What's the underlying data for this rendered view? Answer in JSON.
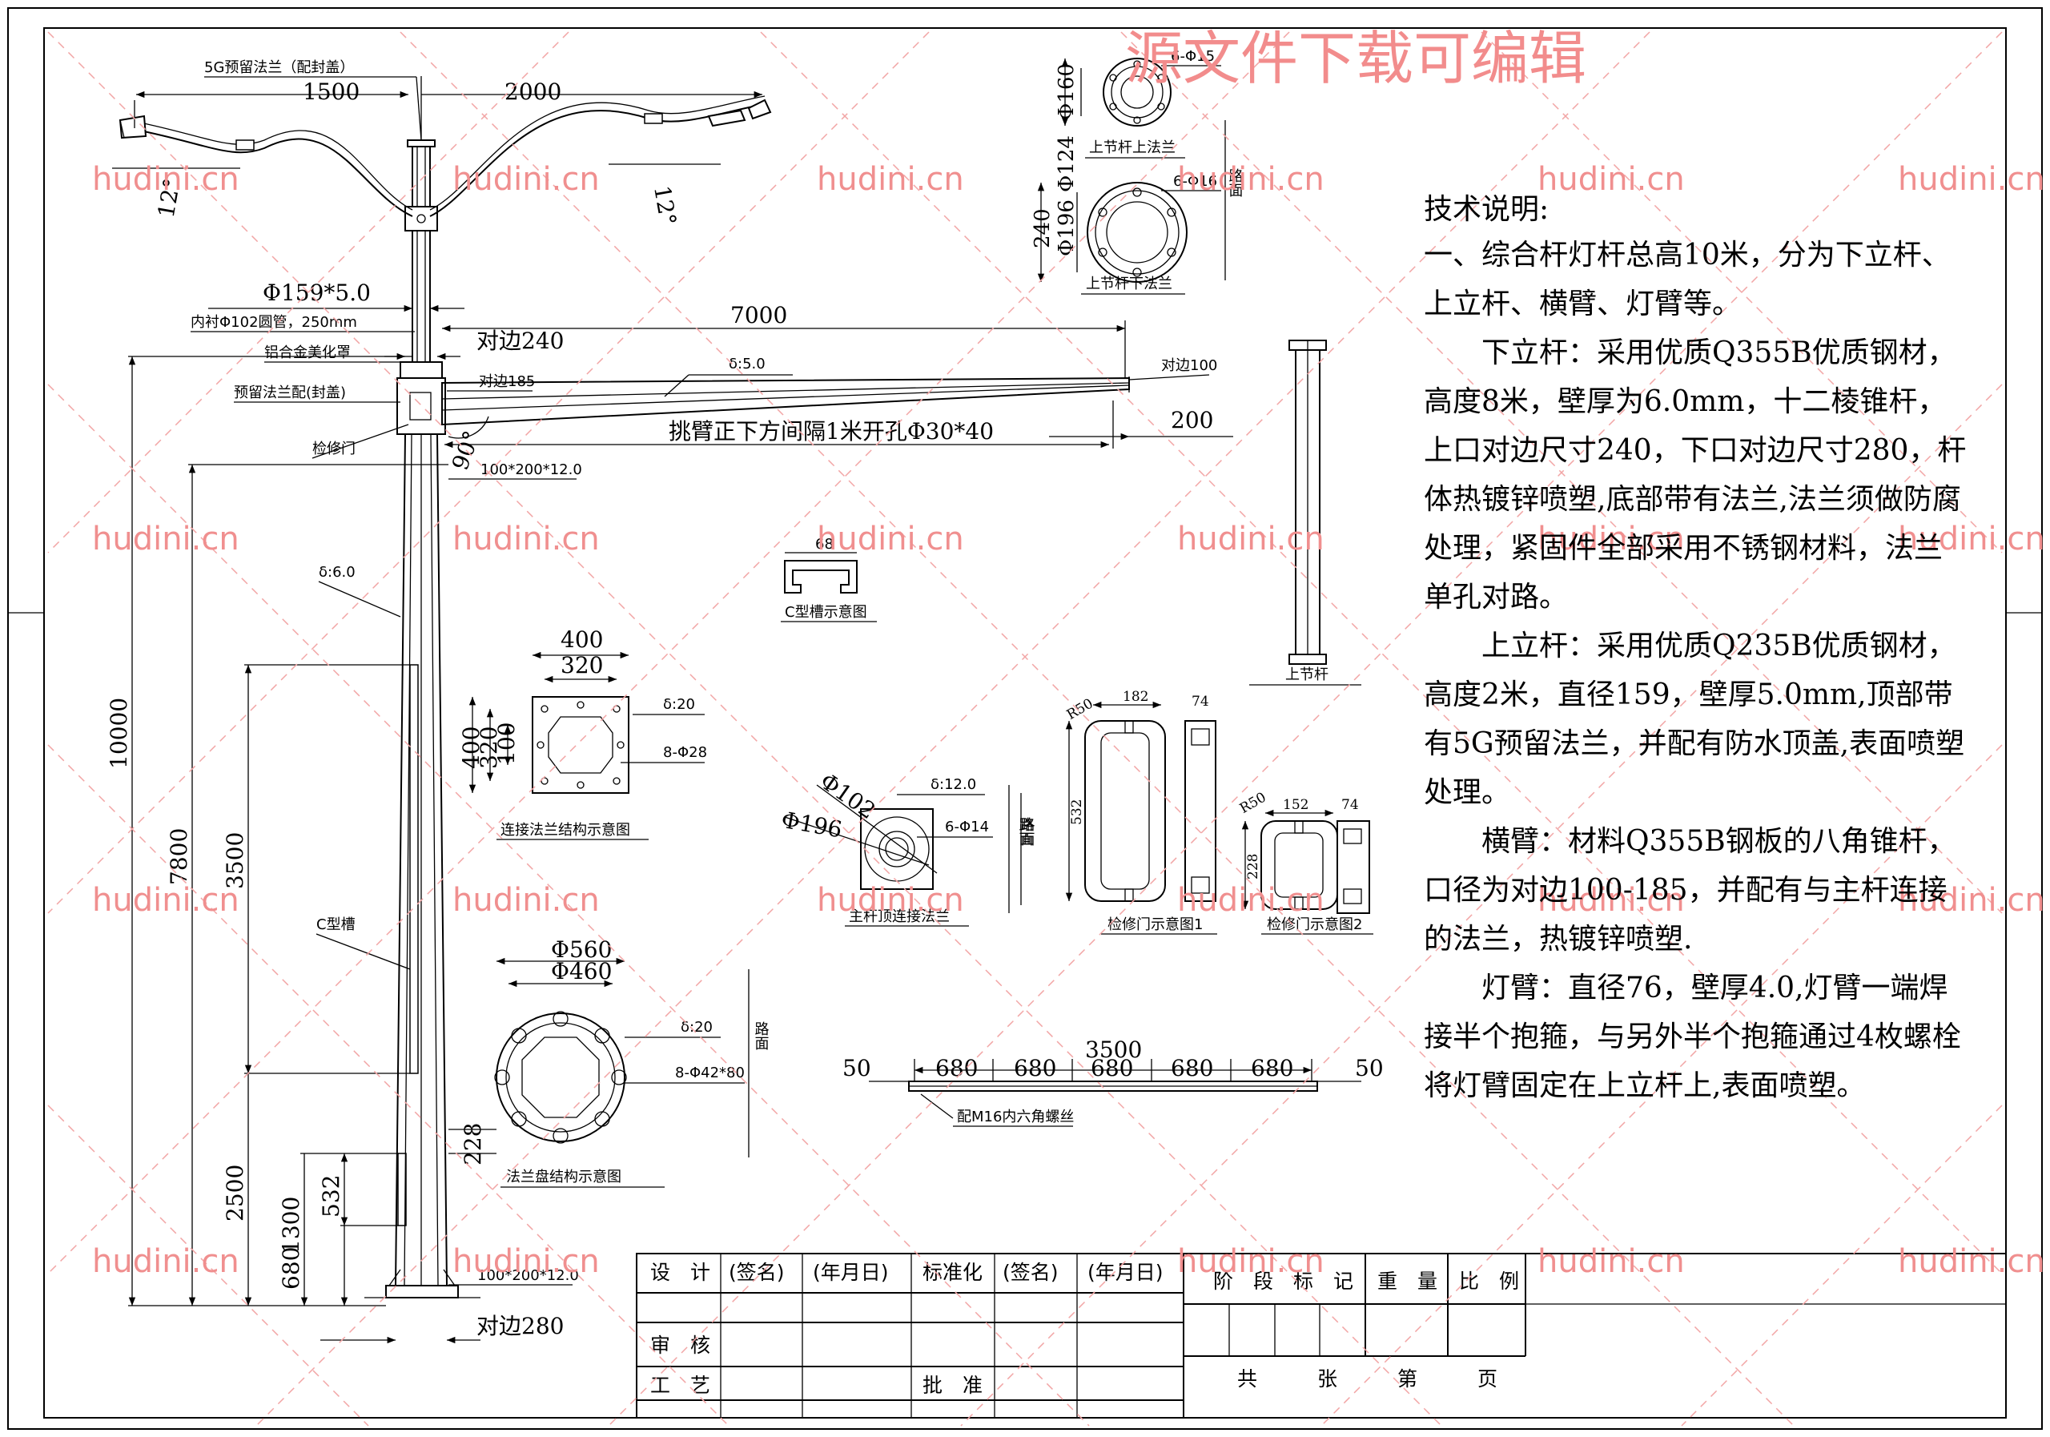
{
  "watermark": {
    "header": "源文件下载可编辑",
    "tile": "hudini.cn"
  },
  "notes": {
    "title": "技术说明:",
    "paragraphs": [
      "一、综合杆灯杆总高10米，分为下立杆、上立杆、横臂、灯臂等。",
      "　　下立杆：采用优质Q355B优质钢材，高度8米，壁厚为6.0mm，十二棱锥杆，上口对边尺寸240，下口对边尺寸280，杆体热镀锌喷塑,底部带有法兰,法兰须做防腐处理，紧固件全部采用不锈钢材料，法兰单孔对路。",
      "　　上立杆：采用优质Q235B优质钢材，高度2米，直径159，壁厚5.0mm,顶部带有5G预留法兰，并配有防水顶盖,表面喷塑处理。",
      "　　横臂：材料Q355B钢板的八角锥杆，口径为对边100-185，并配有与主杆连接的法兰，热镀锌喷塑.",
      "　　灯臂：直径76，壁厚4.0,灯臂一端焊接半个抱箍，与另外半个抱箍通过4枚螺栓将灯臂固定在上立杆上,表面喷塑。"
    ]
  },
  "pole": {
    "top_flange_label": "5G预留法兰（配封盖）",
    "dim_1500": "1500",
    "dim_2000": "2000",
    "angle_left": "12°",
    "angle_right": "12°",
    "upper_pipe": "Φ159*5.0",
    "liner": "内衬Φ102圆管，250mm",
    "cover": "铝合金美化罩",
    "flange_res": "预留法兰配(封盖)",
    "door": "检修门",
    "angle_arm": "90°",
    "plate_mid": "100*200*12.0",
    "thickness": "δ:6.0",
    "c_channel": "C型槽",
    "dim_10000": "10000",
    "dim_7800": "7800",
    "dim_3500": "3500",
    "dim_2500": "2500",
    "dim_1300": "1300",
    "dim_680": "680",
    "dim_532": "532",
    "dim_228": "228",
    "plate_base": "100*200*12.0",
    "base_across": "对边280"
  },
  "arm": {
    "length": "7000",
    "across_top": "对边240",
    "thickness": "δ:5.0",
    "across_end": "对边100",
    "across_root": "对边185",
    "end_len": "200",
    "holes_note": "挑臂正下方间隔1米开孔Φ30*40"
  },
  "upper_flange": {
    "d160": "Φ160",
    "d124": "Φ124",
    "holes_top": "6-Φ15",
    "cap_top": "上节杆上法兰",
    "d240": "240",
    "d196": "Φ196",
    "holes_bot": "6-Φ16",
    "cap_bot": "上节杆下法兰",
    "road": "路面"
  },
  "upper_section_caption": "上节杆",
  "c_channel_detail": {
    "width": "68",
    "caption": "C型槽示意图"
  },
  "connect_flange": {
    "d400": "400",
    "d320": "320",
    "d100": "100",
    "thickness": "δ:20",
    "holes": "8-Φ28",
    "caption": "连接法兰结构示意图"
  },
  "top_flange": {
    "d102": "Φ102",
    "d196": "Φ196",
    "thickness": "δ:12.0",
    "holes": "6-Φ14",
    "road": "路面",
    "caption": "主杆顶连接法兰"
  },
  "door1": {
    "r": "R50",
    "w": "182",
    "d": "74",
    "h": "532",
    "road": "路面",
    "caption": "检修门示意图1"
  },
  "door2": {
    "r": "R50",
    "w": "152",
    "d": "74",
    "h": "228",
    "caption": "检修门示意图2"
  },
  "base_flange": {
    "d560": "Φ560",
    "d460": "Φ460",
    "thickness": "δ:20",
    "holes": "8-Φ42*80",
    "road": "路面",
    "caption": "法兰盘结构示意图"
  },
  "channel_strip": {
    "total": "3500",
    "edge_l": "50",
    "edge_r": "50",
    "spans": [
      "680",
      "680",
      "680",
      "680",
      "680"
    ],
    "caption": "配M16内六角螺丝"
  },
  "title_block": {
    "design": "设　计",
    "sign1": "(签名)",
    "date1": "(年月日)",
    "standard": "标准化",
    "sign2": "(签名)",
    "date2": "(年月日)",
    "review": "审　核",
    "process": "工　艺",
    "approve": "批　准",
    "stage": "阶　段　标　记",
    "weight": "重　量",
    "scale": "比　例",
    "sheets": "共　　　张　　　第　　　页"
  }
}
